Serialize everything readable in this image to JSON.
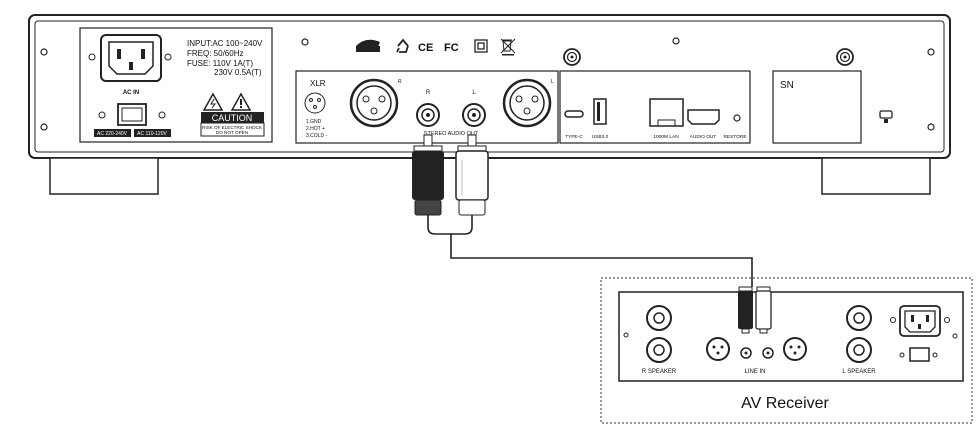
{
  "back_panel": {
    "ac_in_label": "AC IN",
    "input_spec": "INPUT:AC 100~240V",
    "freq_spec": "FREQ: 50/60Hz",
    "fuse_spec_1": "FUSE: 110V    1A(T)",
    "fuse_spec_2": "230V 0.5A(T)",
    "voltage_label_a": "AC 220-240V",
    "voltage_label_b": "AC 110-120V",
    "caution_title": "CAUTION",
    "caution_line_1": "RISK OF ELECTRIC SHOCK",
    "caution_line_2": "DO NOT OPEN",
    "ce_mark": "CE",
    "fc_mark": "FC",
    "xlr_label": "XLR",
    "xlr_pins": [
      "1.GND",
      "2.HOT  +",
      "3.COLD -"
    ],
    "right_label": "R",
    "left_label": "L",
    "stereo_out_label": "STEREO AUDIO OUT",
    "ports": [
      "TYPE-C",
      "USB3.0",
      "1000M LAN",
      "AUDIO OUT",
      "RESTORE"
    ],
    "sn_label": "SN"
  },
  "receiver": {
    "r_speaker": "R SPEAKER",
    "line_in": "LINE IN",
    "l_speaker": "L SPEAKER",
    "caption": "AV Receiver"
  }
}
